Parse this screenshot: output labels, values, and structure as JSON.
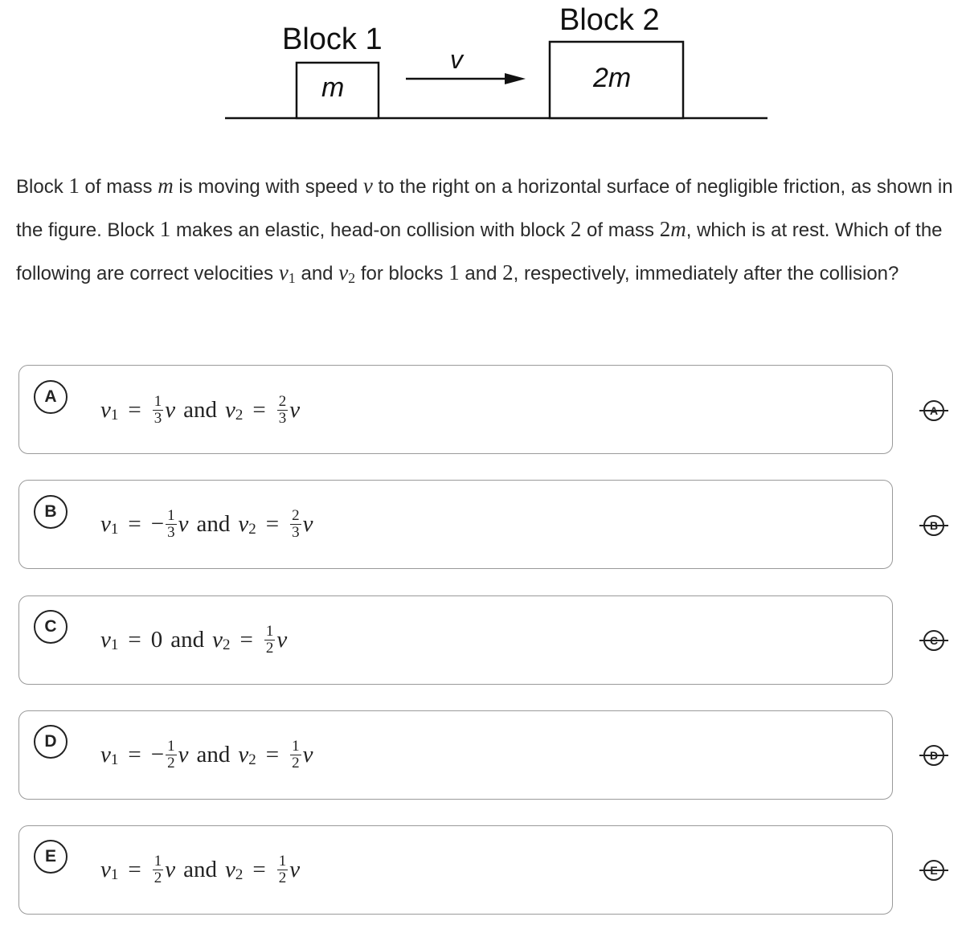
{
  "figure": {
    "block1_title": "Block 1",
    "block1_mass": "m",
    "block2_title": "Block 2",
    "block2_mass": "2m",
    "velocity_label": "v"
  },
  "question": {
    "p1": "Block",
    "p2": "of mass",
    "p3": "is moving with speed",
    "p4": "to the right on a horizontal surface of negligible friction, as shown in the figure. Block",
    "p5": "makes an elastic, head-on collision with block",
    "p6": "of mass",
    "p7": ", which is at rest. Which of the following are correct velocities",
    "p8": "and",
    "p9": "for blocks",
    "p10": "and",
    "p11": ", respectively, immediately after the collision?",
    "num1": "1",
    "num2": "2",
    "var_m": "m",
    "var_v": "v",
    "var_2m_coef": "2",
    "sub1": "1",
    "sub2": "2"
  },
  "choices": [
    {
      "letter": "A",
      "v1_sign": "",
      "v1_num": "1",
      "v1_den": "3",
      "v2_num": "2",
      "v2_den": "3"
    },
    {
      "letter": "B",
      "v1_sign": "−",
      "v1_num": "1",
      "v1_den": "3",
      "v2_num": "2",
      "v2_den": "3"
    },
    {
      "letter": "C",
      "v1_zero": "0",
      "v2_num": "1",
      "v2_den": "2"
    },
    {
      "letter": "D",
      "v1_sign": "−",
      "v1_num": "1",
      "v1_den": "2",
      "v2_num": "1",
      "v2_den": "2"
    },
    {
      "letter": "E",
      "v1_sign": "",
      "v1_num": "1",
      "v1_den": "2",
      "v2_num": "1",
      "v2_den": "2"
    }
  ],
  "math_text": {
    "v": "v",
    "eq": "=",
    "and": "and",
    "s1": "1",
    "s2": "2"
  }
}
